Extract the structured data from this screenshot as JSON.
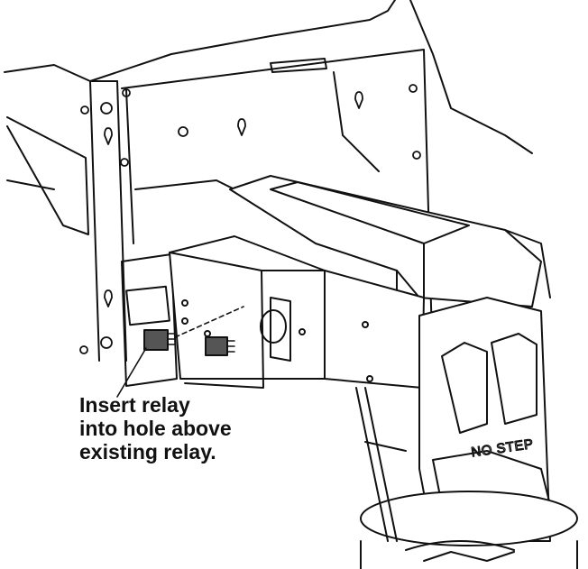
{
  "callout": {
    "lines": [
      "Insert relay",
      "into hole above",
      "existing relay."
    ]
  },
  "hopper_label": "NO STEP"
}
